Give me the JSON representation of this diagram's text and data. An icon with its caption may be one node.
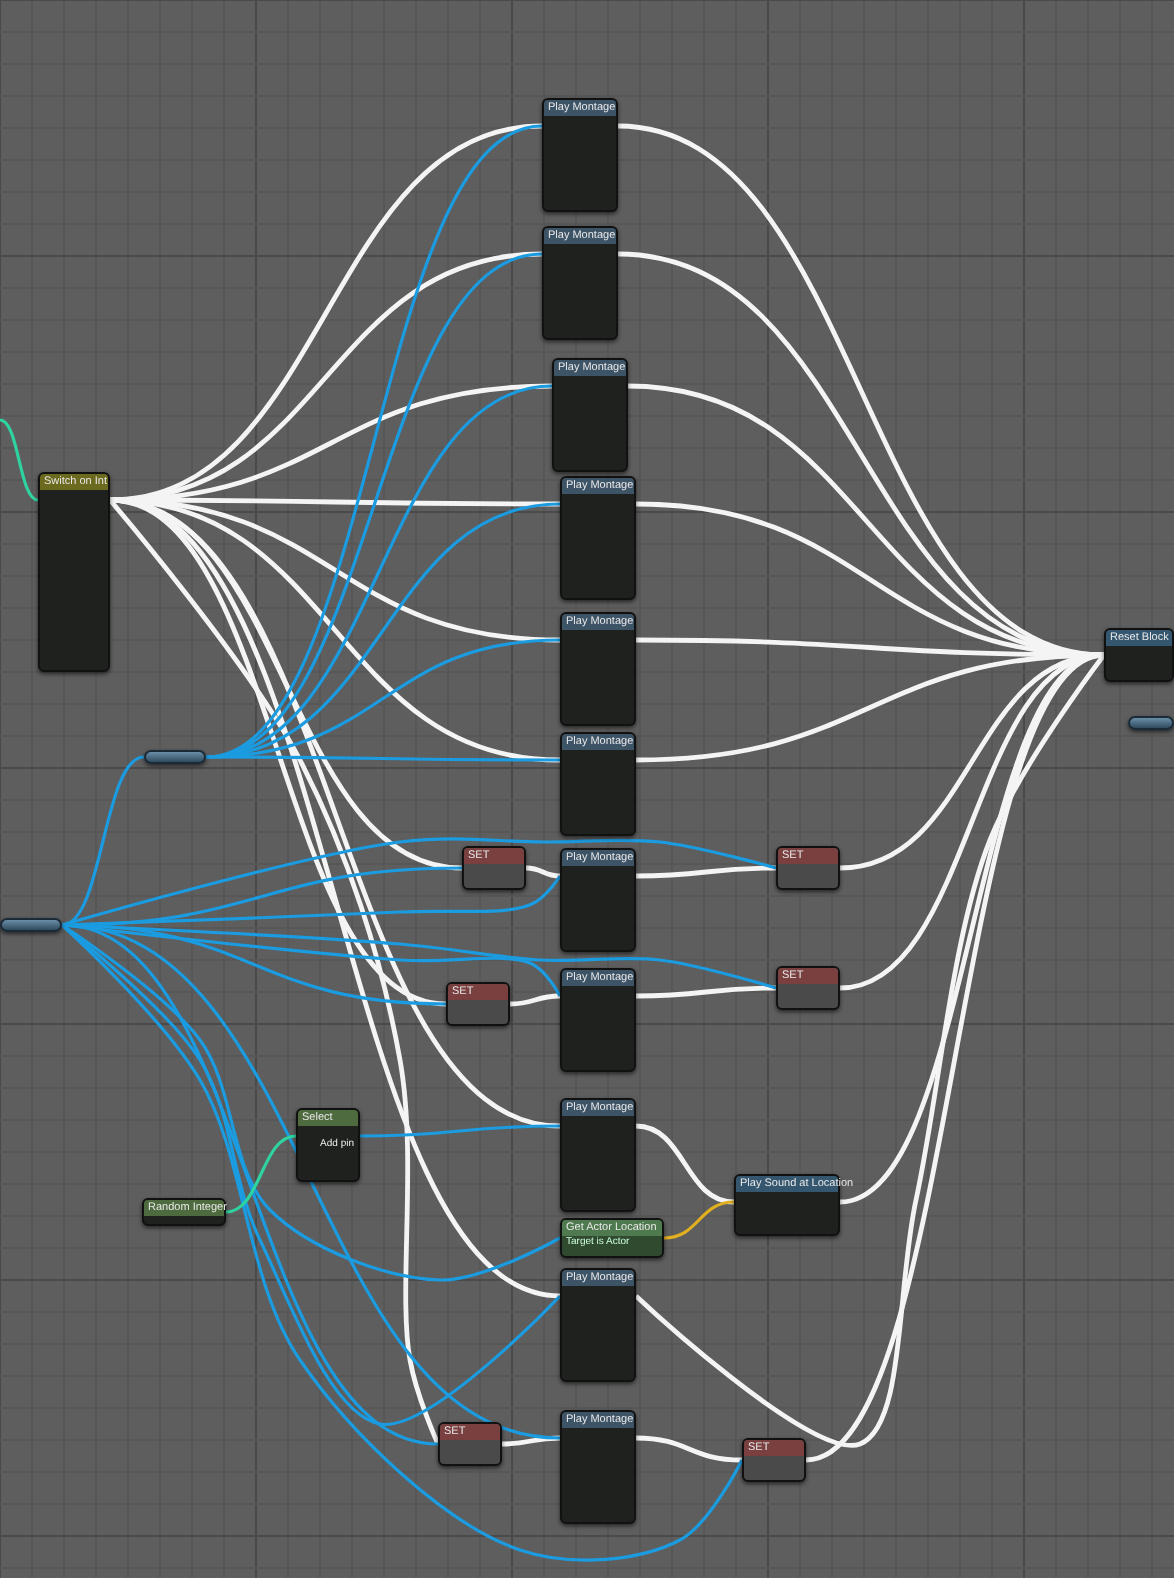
{
  "diagram": {
    "nodes": [
      {
        "text": [
          "Switch on Int"
        ]
      },
      {
        "text": [
          "Play Montage"
        ]
      },
      {
        "text": [
          "Play Montage"
        ]
      },
      {
        "text": [
          "Play Montage"
        ]
      },
      {
        "text": [
          "Play Montage"
        ]
      },
      {
        "text": [
          "Play Montage"
        ]
      },
      {
        "text": [
          "Play Montage"
        ]
      },
      {
        "text": [
          "SET"
        ]
      },
      {
        "text": [
          "Play Montage"
        ]
      },
      {
        "text": [
          "SET"
        ]
      },
      {
        "text": [
          "SET"
        ]
      },
      {
        "text": [
          "Play Montage"
        ]
      },
      {
        "text": [
          "SET"
        ]
      },
      {
        "text": [
          "Reset Block"
        ]
      },
      {
        "text": [],
        "shape": "bar"
      },
      {
        "text": [],
        "shape": "bar"
      },
      {
        "text": [],
        "shape": "bar"
      },
      {
        "text": [
          "Select",
          "Add pin"
        ]
      },
      {
        "text": [
          "Play Montage"
        ]
      },
      {
        "text": [
          "Random Integer"
        ]
      },
      {
        "text": [
          "Get Actor Location",
          "Target is Actor"
        ]
      },
      {
        "text": [
          "Play Sound at Location"
        ]
      },
      {
        "text": [
          "Play Montage"
        ]
      },
      {
        "text": [
          "SET"
        ]
      },
      {
        "text": [
          "Play Montage"
        ]
      },
      {
        "text": [
          "SET"
        ]
      }
    ],
    "edges": [
      {
        "from": null,
        "to": 0,
        "arrow": "none",
        "color": "#2fd3a0"
      },
      {
        "from": 0,
        "to": 1,
        "arrow": "none"
      },
      {
        "from": 0,
        "to": 2,
        "arrow": "none"
      },
      {
        "from": 0,
        "to": 3,
        "arrow": "none"
      },
      {
        "from": 0,
        "to": 4,
        "arrow": "none"
      },
      {
        "from": 0,
        "to": 5,
        "arrow": "none"
      },
      {
        "from": 0,
        "to": 6,
        "arrow": "none"
      },
      {
        "from": 0,
        "to": 7,
        "arrow": "none"
      },
      {
        "from": 0,
        "to": 10,
        "arrow": "none"
      },
      {
        "from": 0,
        "to": 18,
        "arrow": "none"
      },
      {
        "from": 0,
        "to": 22,
        "arrow": "none"
      },
      {
        "from": 0,
        "to": 23,
        "arrow": "none"
      },
      {
        "from": 7,
        "to": 8,
        "arrow": "none"
      },
      {
        "from": 10,
        "to": 11,
        "arrow": "none"
      },
      {
        "from": 23,
        "to": 24,
        "arrow": "none"
      },
      {
        "from": 8,
        "to": 9,
        "arrow": "none"
      },
      {
        "from": 11,
        "to": 12,
        "arrow": "none"
      },
      {
        "from": 24,
        "to": 25,
        "arrow": "none"
      },
      {
        "from": 1,
        "to": 13,
        "arrow": "none"
      },
      {
        "from": 2,
        "to": 13,
        "arrow": "none"
      },
      {
        "from": 3,
        "to": 13,
        "arrow": "none"
      },
      {
        "from": 4,
        "to": 13,
        "arrow": "none"
      },
      {
        "from": 5,
        "to": 13,
        "arrow": "none"
      },
      {
        "from": 6,
        "to": 13,
        "arrow": "none"
      },
      {
        "from": 9,
        "to": 13,
        "arrow": "none"
      },
      {
        "from": 12,
        "to": 13,
        "arrow": "none"
      },
      {
        "from": 22,
        "to": 13,
        "arrow": "none"
      },
      {
        "from": 25,
        "to": 13,
        "arrow": "none"
      },
      {
        "from": 18,
        "to": 21,
        "arrow": "none"
      },
      {
        "from": 21,
        "to": 13,
        "arrow": "none"
      },
      {
        "from": 16,
        "to": 15,
        "arrow": "none",
        "color": "#1b9be0"
      },
      {
        "from": 15,
        "to": 1,
        "arrow": "none",
        "color": "#1b9be0"
      },
      {
        "from": 15,
        "to": 2,
        "arrow": "none",
        "color": "#1b9be0"
      },
      {
        "from": 15,
        "to": 3,
        "arrow": "none",
        "color": "#1b9be0"
      },
      {
        "from": 15,
        "to": 4,
        "arrow": "none",
        "color": "#1b9be0"
      },
      {
        "from": 15,
        "to": 5,
        "arrow": "none",
        "color": "#1b9be0"
      },
      {
        "from": 15,
        "to": 6,
        "arrow": "none",
        "color": "#1b9be0"
      },
      {
        "from": 16,
        "to": 7,
        "arrow": "none",
        "color": "#1b9be0"
      },
      {
        "from": 16,
        "to": 8,
        "arrow": "none",
        "color": "#1b9be0"
      },
      {
        "from": 16,
        "to": 9,
        "arrow": "none",
        "color": "#1b9be0"
      },
      {
        "from": 16,
        "to": 10,
        "arrow": "none",
        "color": "#1b9be0"
      },
      {
        "from": 16,
        "to": 11,
        "arrow": "none",
        "color": "#1b9be0"
      },
      {
        "from": 16,
        "to": 12,
        "arrow": "none",
        "color": "#1b9be0"
      },
      {
        "from": 16,
        "to": 20,
        "arrow": "none",
        "color": "#1b9be0"
      },
      {
        "from": 16,
        "to": 22,
        "arrow": "none",
        "color": "#1b9be0"
      },
      {
        "from": 16,
        "to": 23,
        "arrow": "none",
        "color": "#1b9be0"
      },
      {
        "from": 16,
        "to": 24,
        "arrow": "none",
        "color": "#1b9be0"
      },
      {
        "from": 16,
        "to": 25,
        "arrow": "none",
        "color": "#1b9be0"
      },
      {
        "from": 17,
        "to": 18,
        "arrow": "none",
        "color": "#1b9be0"
      },
      {
        "from": 19,
        "to": 17,
        "arrow": "none",
        "color": "#2fd3a0"
      },
      {
        "from": 20,
        "to": 21,
        "arrow": "none",
        "color": "#e0b020"
      }
    ]
  }
}
